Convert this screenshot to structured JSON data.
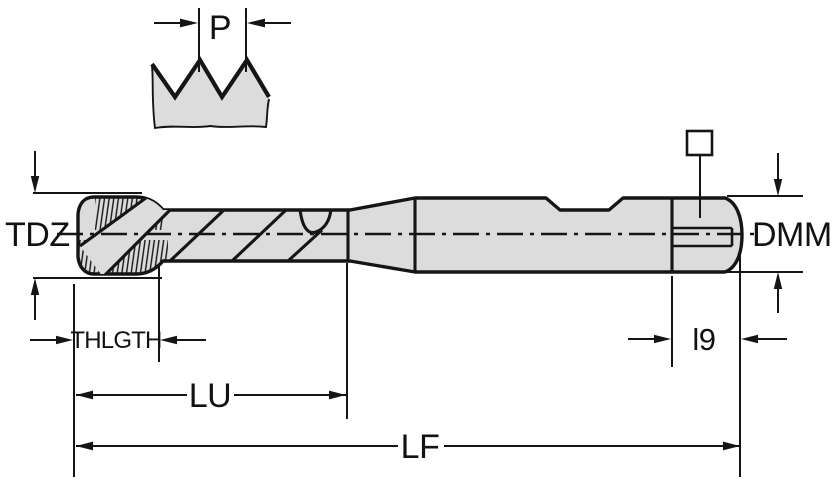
{
  "diagram": {
    "type": "technical-drawing",
    "subject": "machine tap side view with thread profile detail and dimension callouts",
    "labels": {
      "pitch": "P",
      "thread_diameter": "TDZ",
      "shank_diameter": "DMM",
      "thread_length": "THLGTH",
      "flute_length": "LU",
      "overall_length": "LF",
      "square_length": "l9"
    },
    "colors": {
      "body_fill": "#dcdcdc",
      "line": "#151515",
      "background": "#ffffff"
    }
  }
}
